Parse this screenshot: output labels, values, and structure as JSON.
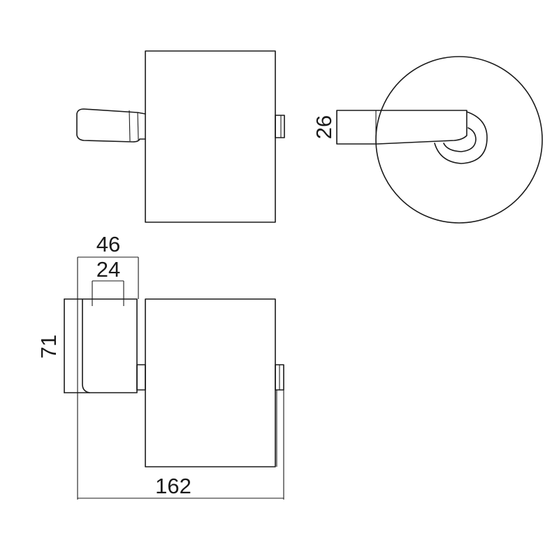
{
  "dimensions": {
    "height_26": "26",
    "width_46": "46",
    "width_24": "24",
    "height_71": "71",
    "width_162": "162"
  },
  "colors": {
    "line": "#1a1a1a",
    "background": "#ffffff"
  }
}
